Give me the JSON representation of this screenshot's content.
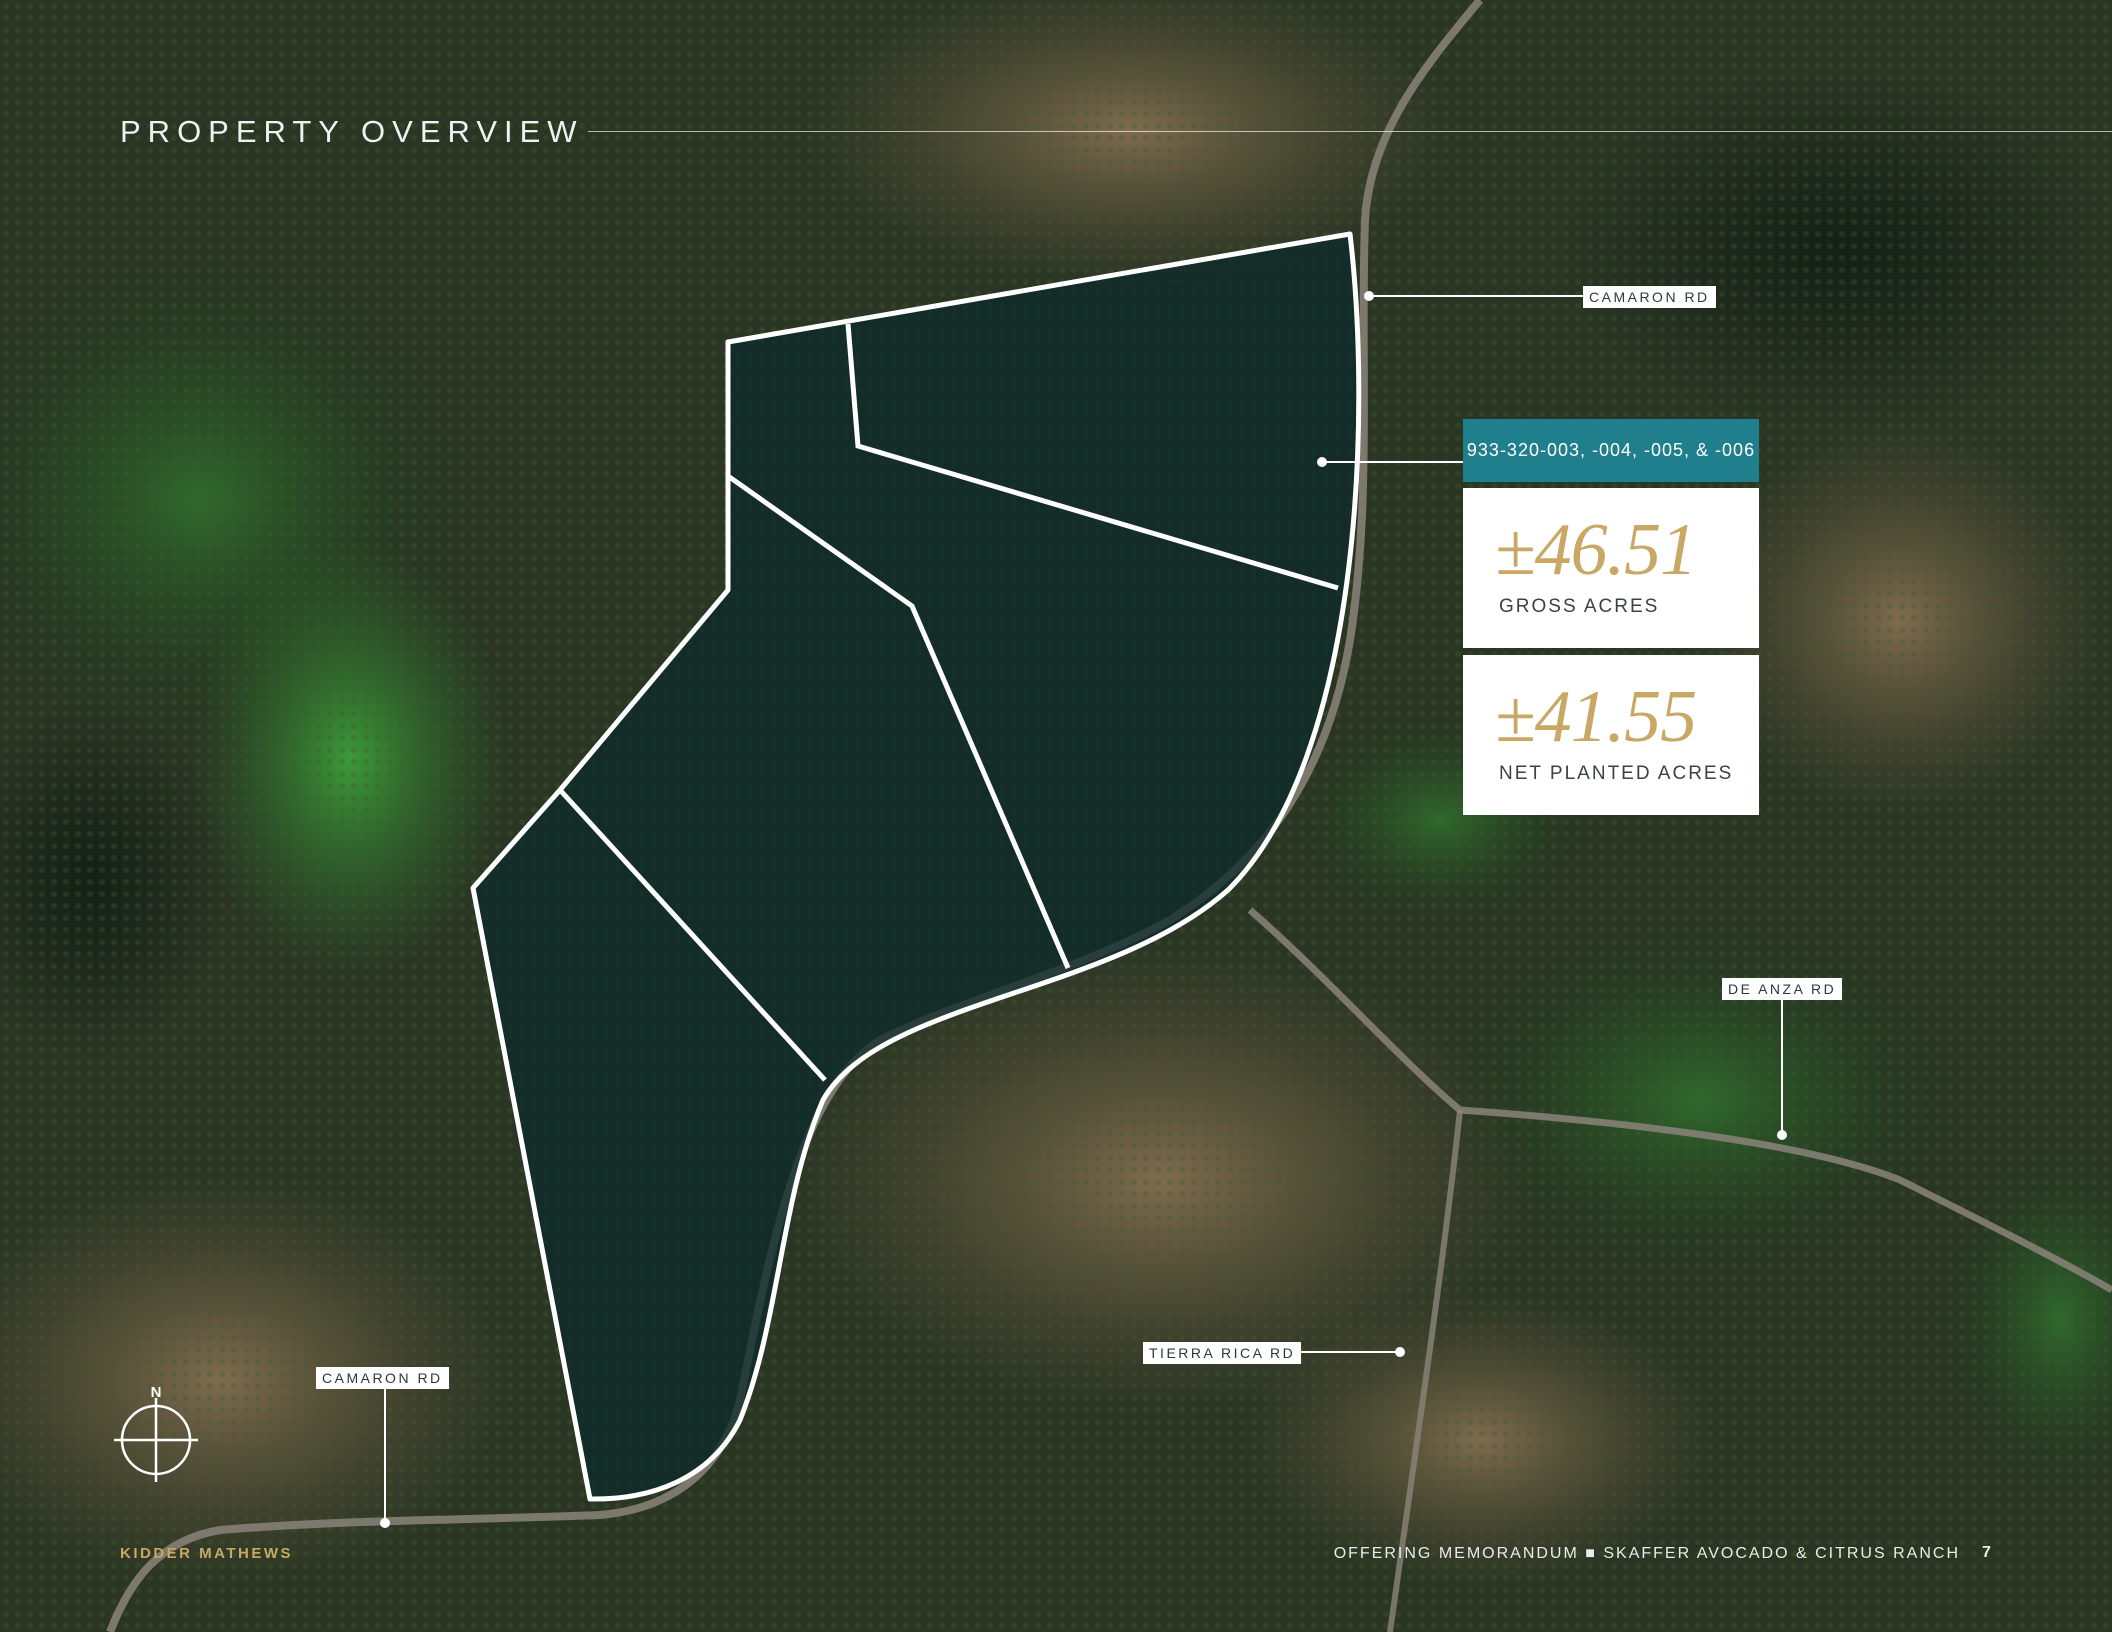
{
  "page": {
    "title": "PROPERTY OVERVIEW",
    "footer_brand": "KIDDER MATHEWS",
    "footer_doc": "OFFERING MEMORANDUM ■ SKAFFER AVOCADO & CITRUS RANCH",
    "page_number": "7"
  },
  "map": {
    "road_labels": {
      "camaron_north": "CAMARON RD",
      "de_anza": "DE ANZA RD",
      "tierra_rica": "TIERRA RICA RD",
      "camaron_south": "CAMARON RD"
    },
    "parcel_label": "933-320-003, -004, -005, & -006",
    "compass": "N"
  },
  "stats": {
    "gross": {
      "value": "±46.51",
      "label": "GROSS ACRES"
    },
    "net": {
      "value": "±41.55",
      "label": "NET PLANTED ACRES"
    }
  },
  "colors": {
    "accent_gold": "#c9a865",
    "parcel_teal": "#1f7f8c",
    "parcel_fill": "#0c2a2a"
  }
}
